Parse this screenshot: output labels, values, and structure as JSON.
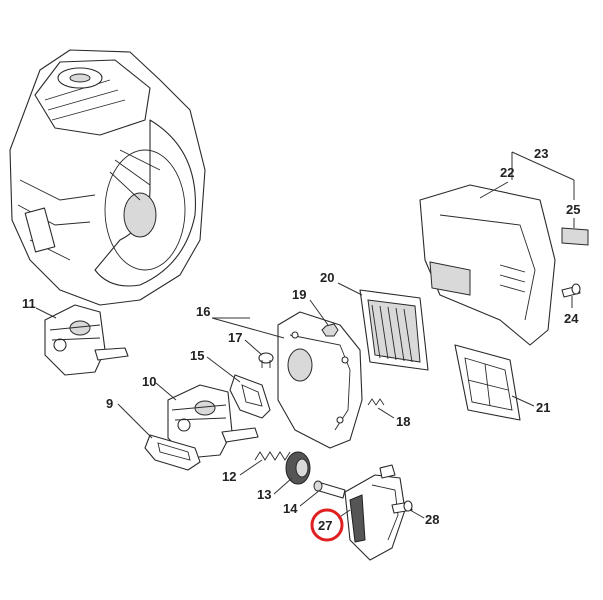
{
  "callouts": [
    {
      "id": "c11",
      "label": "11"
    },
    {
      "id": "c16",
      "label": "16"
    },
    {
      "id": "c17",
      "label": "17"
    },
    {
      "id": "c15",
      "label": "15"
    },
    {
      "id": "c10",
      "label": "10"
    },
    {
      "id": "c9",
      "label": "9"
    },
    {
      "id": "c12",
      "label": "12"
    },
    {
      "id": "c13",
      "label": "13"
    },
    {
      "id": "c14",
      "label": "14"
    },
    {
      "id": "c19",
      "label": "19"
    },
    {
      "id": "c20",
      "label": "20"
    },
    {
      "id": "c18",
      "label": "18"
    },
    {
      "id": "c21",
      "label": "21"
    },
    {
      "id": "c22",
      "label": "22"
    },
    {
      "id": "c23",
      "label": "23"
    },
    {
      "id": "c24",
      "label": "24"
    },
    {
      "id": "c25",
      "label": "25"
    },
    {
      "id": "c27",
      "label": "27"
    },
    {
      "id": "c28",
      "label": "28"
    }
  ],
  "highlight": {
    "label": "27",
    "color": "#e02020"
  }
}
